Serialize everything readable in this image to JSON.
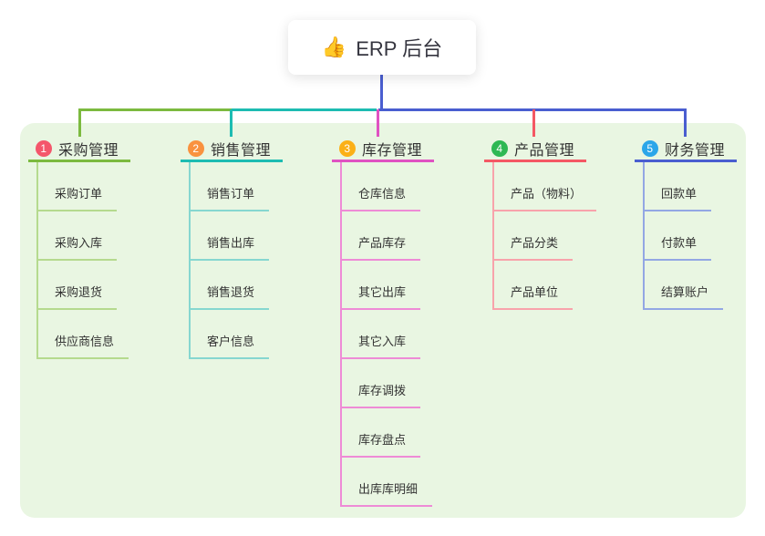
{
  "root": {
    "icon": "👍",
    "label": "ERP 后台",
    "trunk_color": "#4a5ed0"
  },
  "branches": [
    {
      "index": "1",
      "label": "采购管理",
      "badge_color": "#f4566b",
      "line_color": "#7cba3f",
      "child_line_color": "#b5da8e",
      "children": [
        "采购订单",
        "采购入库",
        "采购退货",
        "供应商信息"
      ]
    },
    {
      "index": "2",
      "label": "销售管理",
      "badge_color": "#f9923f",
      "line_color": "#1dbcb2",
      "child_line_color": "#86d7d0",
      "children": [
        "销售订单",
        "销售出库",
        "销售退货",
        "客户信息"
      ]
    },
    {
      "index": "3",
      "label": "库存管理",
      "badge_color": "#fbb017",
      "line_color": "#e052c2",
      "child_line_color": "#ee8bd6",
      "children": [
        "仓库信息",
        "产品库存",
        "其它出库",
        "其它入库",
        "库存调拨",
        "库存盘点",
        "出库库明细"
      ]
    },
    {
      "index": "4",
      "label": "产品管理",
      "badge_color": "#2eb853",
      "line_color": "#f45864",
      "child_line_color": "#f8a3ab",
      "children": [
        "产品（物料）",
        "产品分类",
        "产品单位"
      ]
    },
    {
      "index": "5",
      "label": "财务管理",
      "badge_color": "#2ba6e9",
      "line_color": "#4a5ed0",
      "child_line_color": "#93a7e4",
      "children": [
        "回款单",
        "付款单",
        "结算账户"
      ]
    }
  ]
}
